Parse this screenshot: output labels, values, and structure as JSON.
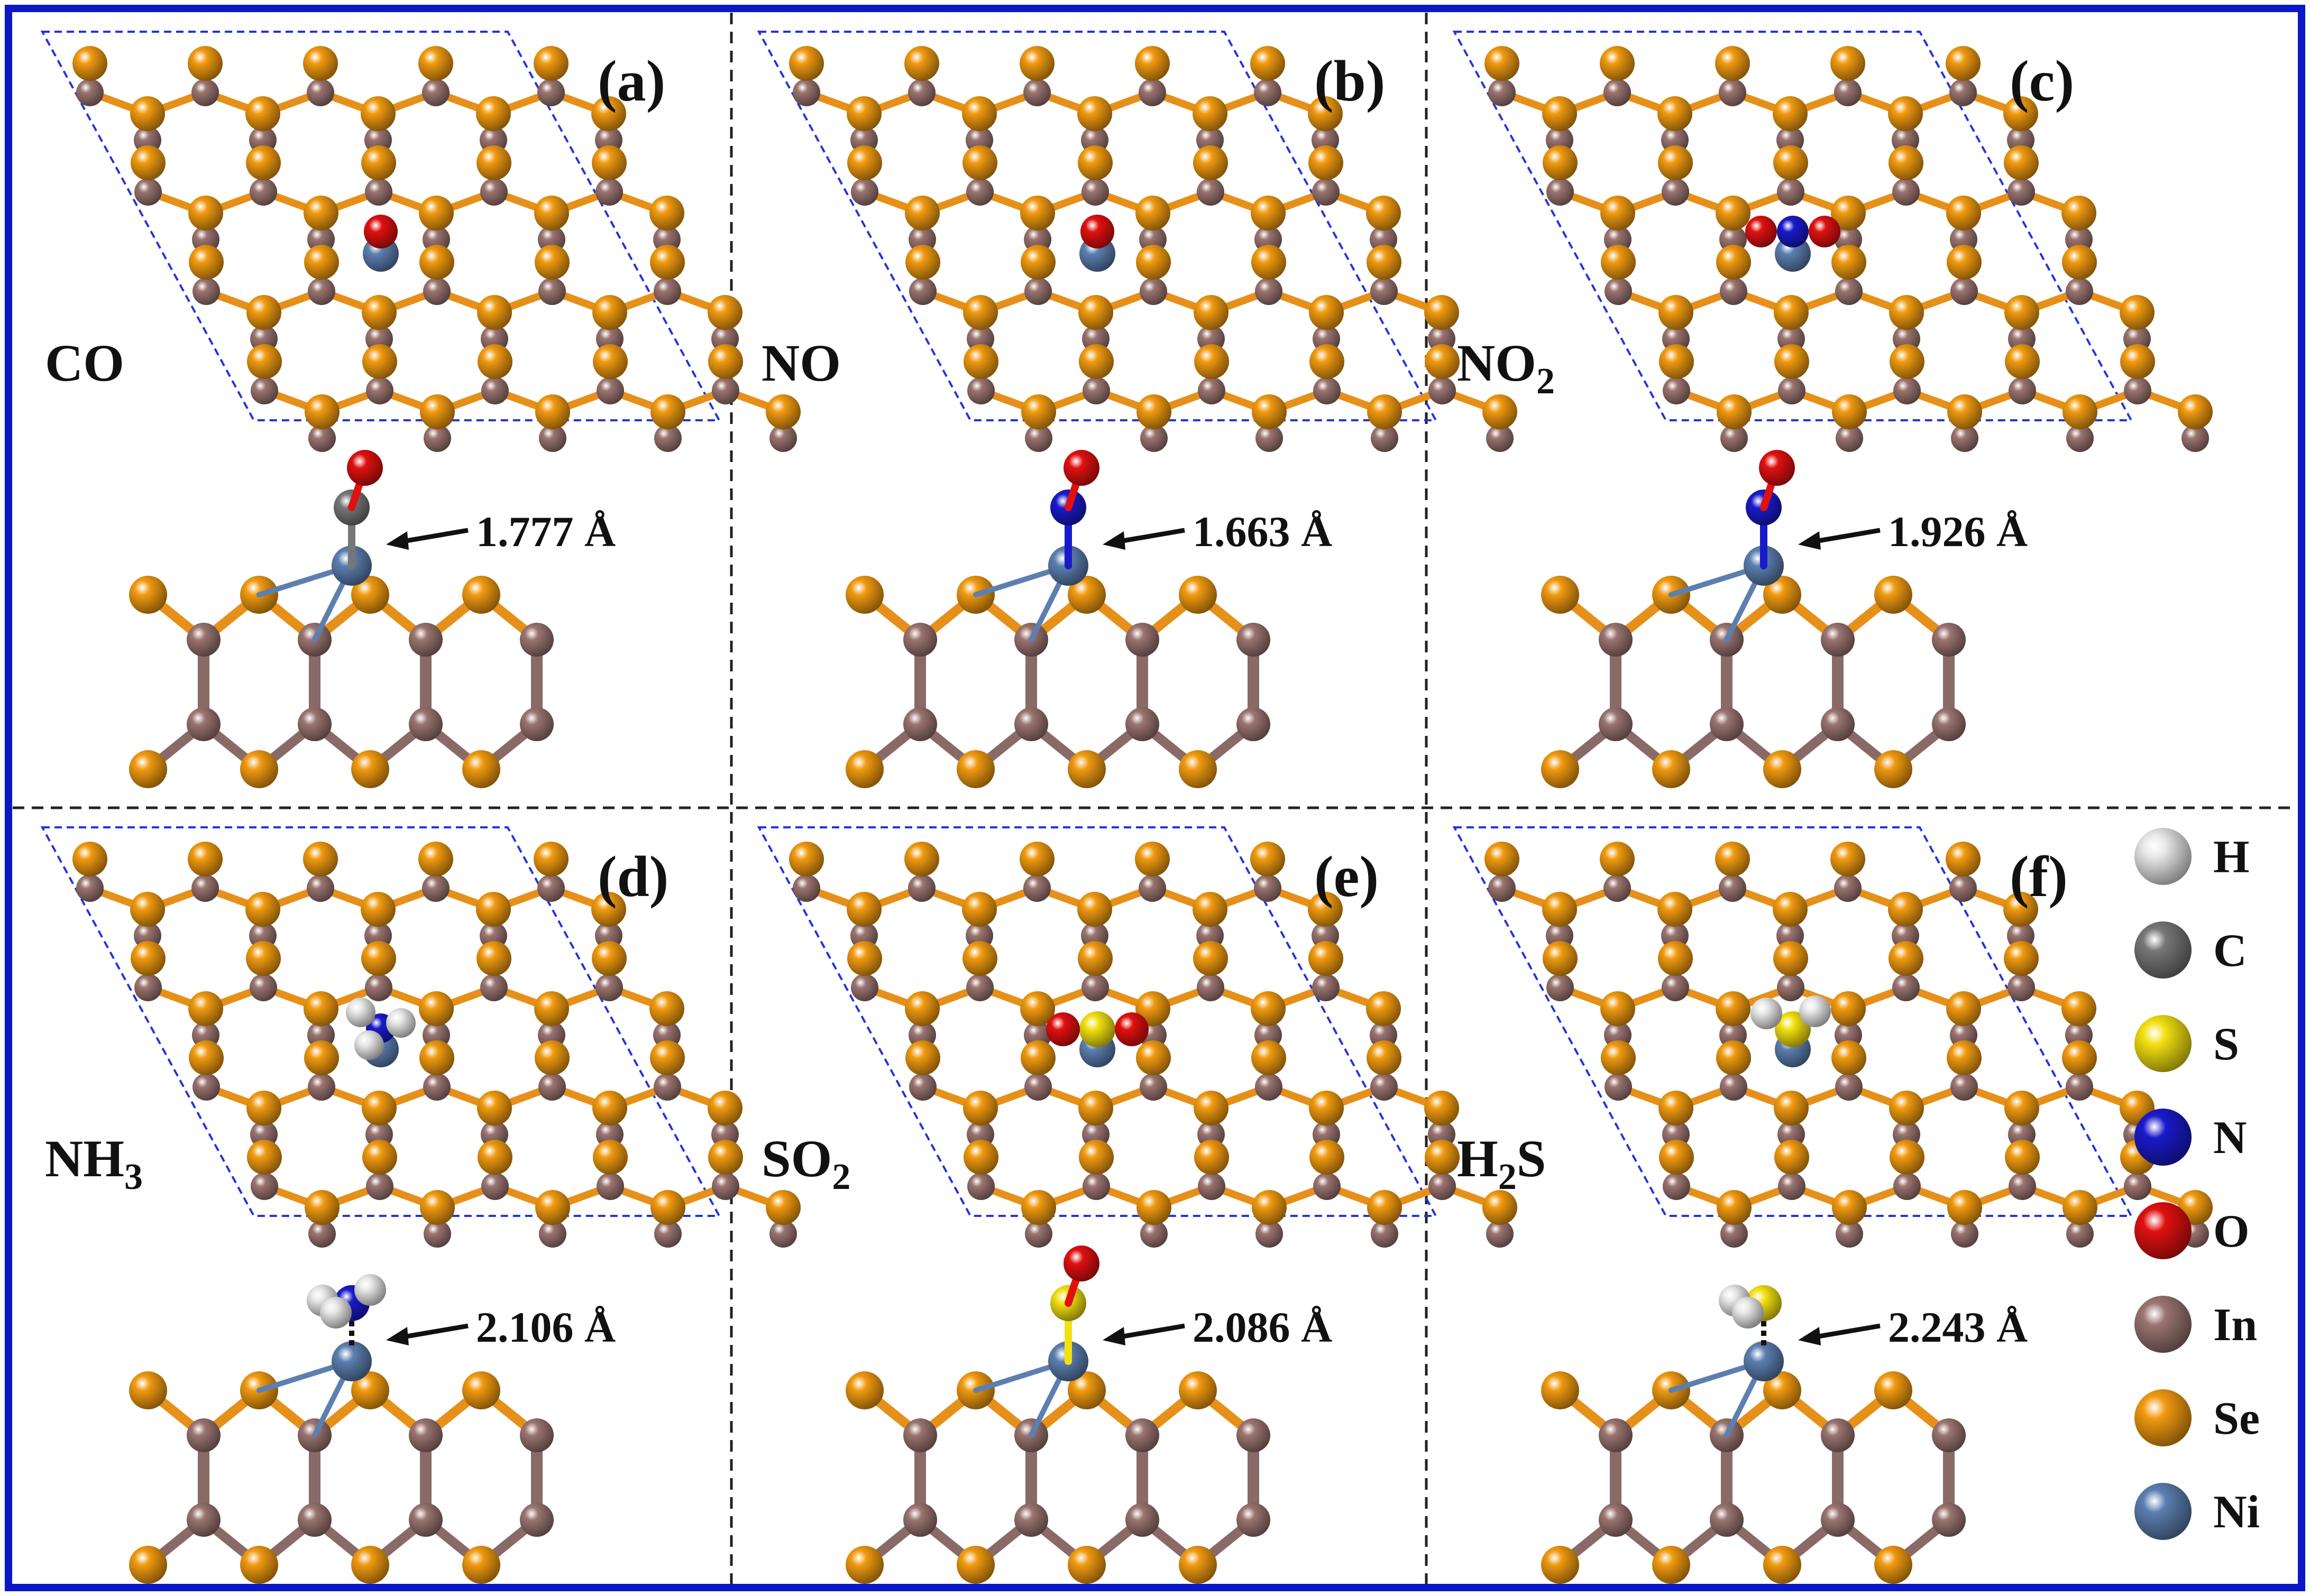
{
  "colors": {
    "frame": "#0b18c8",
    "cell": "#2233dd",
    "divider": "#222222",
    "bond_in": "#8a6a66",
    "bond_se": "#e6901a",
    "H": "#e8e8e8",
    "C": "#777777",
    "S": "#f2e010",
    "N": "#1a1acc",
    "O": "#e01010",
    "In": "#9a7470",
    "Se": "#f09a10",
    "Ni": "#5c7fb0"
  },
  "panels": [
    {
      "id": "a",
      "label": "(a)",
      "molecule": "CO",
      "subscript": "",
      "distance": "1.777 Å",
      "adsorbate": [
        "Ni",
        "C",
        "O"
      ]
    },
    {
      "id": "b",
      "label": "(b)",
      "molecule": "NO",
      "subscript": "",
      "distance": "1.663 Å",
      "adsorbate": [
        "Ni",
        "N",
        "O"
      ]
    },
    {
      "id": "c",
      "label": "(c)",
      "molecule": "NO",
      "subscript": "2",
      "distance": "1.926 Å",
      "adsorbate": [
        "Ni",
        "N",
        "O",
        "O"
      ]
    },
    {
      "id": "d",
      "label": "(d)",
      "molecule": "NH",
      "subscript": "3",
      "distance": "2.106 Å",
      "adsorbate": [
        "Ni",
        "N",
        "H",
        "H",
        "H"
      ]
    },
    {
      "id": "e",
      "label": "(e)",
      "molecule": "SO",
      "subscript": "2",
      "distance": "2.086 Å",
      "adsorbate": [
        "Ni",
        "S",
        "O",
        "O"
      ]
    },
    {
      "id": "f",
      "label": "(f)",
      "molecule": "H",
      "subscript": "2",
      "molecule_suffix": "S",
      "distance": "2.243 Å",
      "adsorbate": [
        "Ni",
        "S",
        "H",
        "H"
      ]
    }
  ],
  "legend": [
    {
      "element": "H",
      "color_key": "H"
    },
    {
      "element": "C",
      "color_key": "C"
    },
    {
      "element": "S",
      "color_key": "S"
    },
    {
      "element": "N",
      "color_key": "N"
    },
    {
      "element": "O",
      "color_key": "O"
    },
    {
      "element": "In",
      "color_key": "In"
    },
    {
      "element": "Se",
      "color_key": "Se"
    },
    {
      "element": "Ni",
      "color_key": "Ni"
    }
  ]
}
